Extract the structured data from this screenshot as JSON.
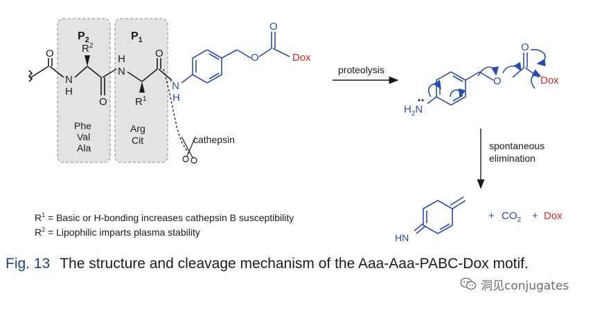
{
  "figure": {
    "p2_label": "P",
    "p2_sub": "2",
    "p1_label": "P",
    "p1_sub": "1",
    "r2_label": "R",
    "r2_sup": "2",
    "r1_label": "R",
    "r1_sup": "1",
    "atom_O": "O",
    "atom_N": "N",
    "atom_H": "H",
    "dox": "Dox",
    "h2n_a": "H",
    "h2n_b": "2",
    "h2n_c": "N",
    "hn": "HN",
    "p2_residues": [
      "Phe",
      "Val",
      "Ala"
    ],
    "p1_residues": [
      "Arg",
      "Cit"
    ],
    "cathepsin": "cathepsin",
    "proteolysis": "proteolysis",
    "spontaneous": "spontaneous",
    "elimination": "elimination",
    "products": {
      "plus1": "+",
      "co2": "CO",
      "co2_sub": "2",
      "plus2": "+",
      "dox": "Dox"
    },
    "legend": {
      "r1_line": {
        "sym": "R",
        "sup": "1",
        "text": " = Basic or H-bonding increases cathepsin B susceptibility"
      },
      "r2_line": {
        "sym": "R",
        "sup": "2",
        "text": " = Lipophilic imparts plasma stability"
      }
    },
    "colors": {
      "blue": "#2b4ba6",
      "red": "#e0261f",
      "panel": "#e3e3e3"
    }
  },
  "caption": {
    "label": "Fig. 13",
    "text": "The structure and cleavage mechanism of the Aaa-Aaa-PABC-Dox motif."
  },
  "watermark": {
    "icon": "wechat-icon",
    "text": "洞见conjugates"
  }
}
